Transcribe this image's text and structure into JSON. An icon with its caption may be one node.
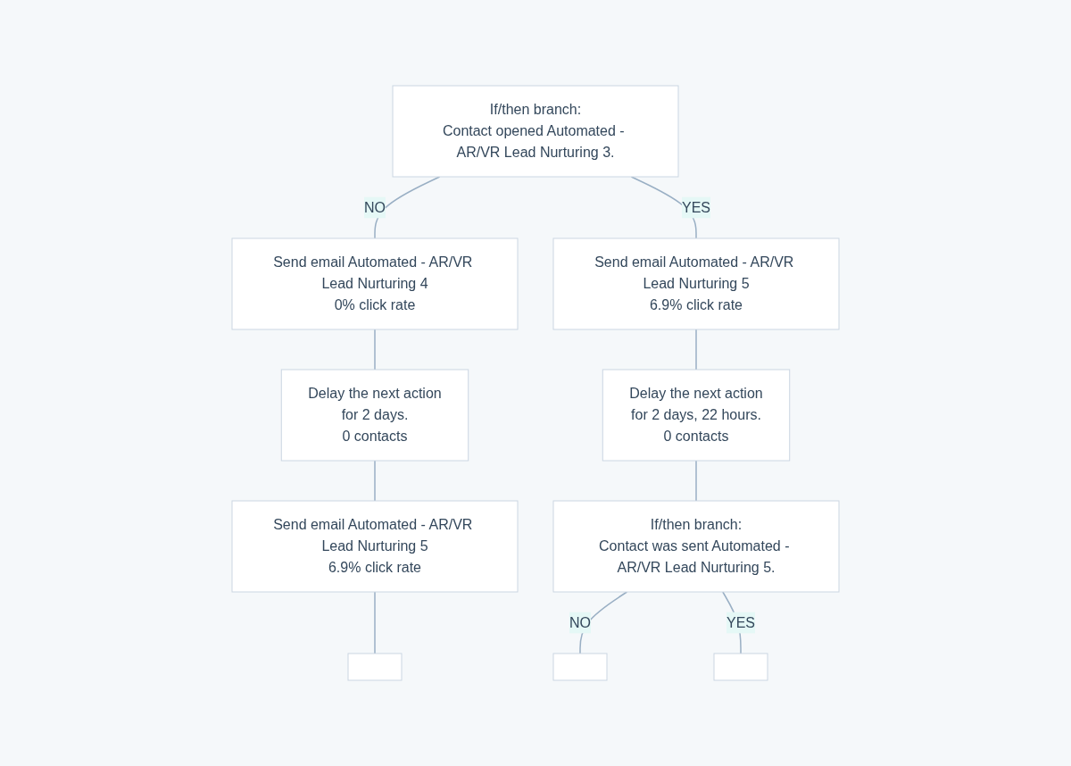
{
  "diagram": {
    "nodes": [
      {
        "text": [
          "If/then branch:",
          "Contact opened Automated - AR/VR Lead Nurturing 3."
        ]
      },
      {
        "text": [
          "Send email Automated - AR/VR Lead Nurturing 4",
          "0% click rate"
        ]
      },
      {
        "text": [
          "Send email Automated - AR/VR Lead Nurturing 5",
          "6.9% click rate"
        ]
      },
      {
        "text": [
          "Delay the next action",
          "for 2 days.",
          "0 contacts"
        ]
      },
      {
        "text": [
          "Delay the next action",
          "for 2 days, 22 hours.",
          "0 contacts"
        ]
      },
      {
        "text": [
          "Send email Automated - AR/VR Lead Nurturing 5",
          "6.9% click rate"
        ]
      },
      {
        "text": [
          "If/then branch:",
          "Contact was sent Automated - AR/VR Lead Nurturing 5."
        ]
      },
      {
        "text": [],
        "shape": "box"
      },
      {
        "text": [],
        "shape": "box"
      },
      {
        "text": [],
        "shape": "box"
      }
    ],
    "edges": [
      {
        "from": 0,
        "to": 1,
        "arrow": "none",
        "label": "NO"
      },
      {
        "from": 0,
        "to": 2,
        "arrow": "none",
        "label": "YES"
      },
      {
        "from": 1,
        "to": 3,
        "arrow": "none"
      },
      {
        "from": 2,
        "to": 4,
        "arrow": "none"
      },
      {
        "from": 3,
        "to": 5,
        "arrow": "none"
      },
      {
        "from": 4,
        "to": 6,
        "arrow": "none"
      },
      {
        "from": 5,
        "to": 7,
        "arrow": "none"
      },
      {
        "from": 6,
        "to": 8,
        "arrow": "none",
        "label": "NO"
      },
      {
        "from": 6,
        "to": 9,
        "arrow": "none",
        "label": "YES"
      }
    ]
  }
}
